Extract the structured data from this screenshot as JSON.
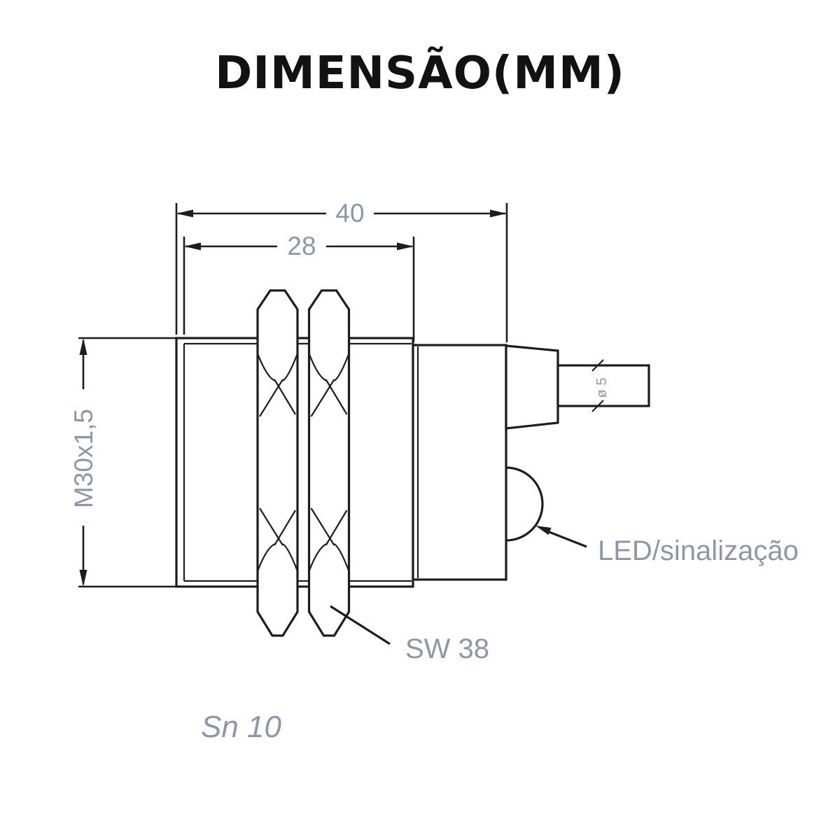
{
  "title": "DIMENSÃO(MM)",
  "dimensions": {
    "overall_length_mm": "40",
    "thread_length_mm": "28",
    "thread_spec": "M30x1,5",
    "cable_diameter": "ø 5",
    "wrench_size": "SW 38",
    "sensing_range": "Sn 10"
  },
  "labels": {
    "led": "LED/sinalização"
  },
  "colors": {
    "line": "#1d1d1d",
    "dim_text": "#8e97a8",
    "title": "#121212",
    "background": "#ffffff"
  }
}
